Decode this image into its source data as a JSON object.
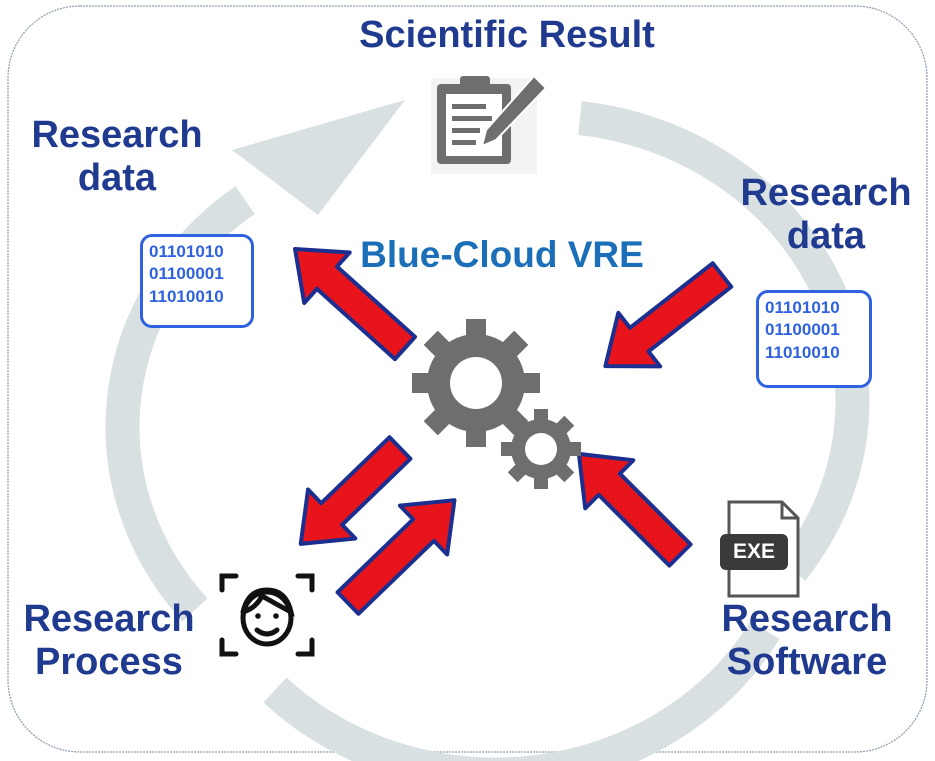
{
  "labels": {
    "scientific_result": "Scientific Result",
    "research_data_left_l1": "Research",
    "research_data_left_l2": "data",
    "research_data_right_l1": "Research",
    "research_data_right_l2": "data",
    "center": "Blue-Cloud VRE",
    "research_process_l1": "Research",
    "research_process_l2": "Process",
    "research_software_l1": "Research",
    "research_software_l2": "Software"
  },
  "binary_left": [
    "01101010",
    "01100001",
    "11010010"
  ],
  "binary_right": [
    "01101010",
    "01100001",
    "11010010"
  ],
  "file_icon_text": "EXE",
  "icons": {
    "result": "document-edit-icon",
    "center": "gears-icon",
    "process": "face-scan-icon",
    "software": "exe-file-icon"
  },
  "colors": {
    "label_text": "#1f3a8f",
    "center_text": "#1a6fb8",
    "binary_text": "#2f62e0",
    "arrow_fill": "#e8141c",
    "arrow_border": "#1a2f8f",
    "cycle_ring": "#d9e0e2",
    "gear": "#6e6e6e"
  }
}
